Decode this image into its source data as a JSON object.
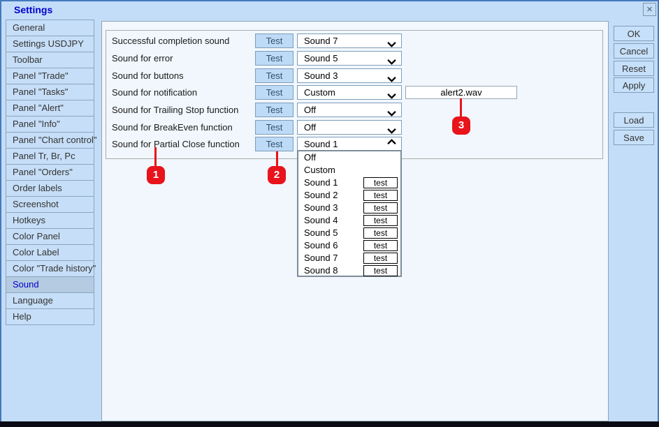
{
  "window": {
    "title": "Settings",
    "close_icon": "×"
  },
  "sidebar": {
    "items": [
      {
        "label": "General",
        "selected": false
      },
      {
        "label": "Settings USDJPY",
        "selected": false
      },
      {
        "label": "Toolbar",
        "selected": false
      },
      {
        "label": "Panel \"Trade\"",
        "selected": false
      },
      {
        "label": "Panel \"Tasks\"",
        "selected": false
      },
      {
        "label": "Panel \"Alert\"",
        "selected": false
      },
      {
        "label": "Panel \"Info\"",
        "selected": false
      },
      {
        "label": "Panel \"Chart control\"",
        "selected": false
      },
      {
        "label": "Panel Tr, Br, Pc",
        "selected": false
      },
      {
        "label": "Panel \"Orders\"",
        "selected": false
      },
      {
        "label": "Order labels",
        "selected": false
      },
      {
        "label": "Screenshot",
        "selected": false
      },
      {
        "label": "Hotkeys",
        "selected": false
      },
      {
        "label": "Color Panel",
        "selected": false
      },
      {
        "label": "Color Label",
        "selected": false
      },
      {
        "label": "Color \"Trade history\"",
        "selected": false
      },
      {
        "label": "Sound",
        "selected": true
      },
      {
        "label": "Language",
        "selected": false
      },
      {
        "label": "Help",
        "selected": false
      }
    ]
  },
  "sound": {
    "rows": [
      {
        "label": "Successful completion sound",
        "test_label": "Test",
        "value": "Sound 7",
        "expanded": false
      },
      {
        "label": "Sound for error",
        "test_label": "Test",
        "value": "Sound 5",
        "expanded": false
      },
      {
        "label": "Sound for buttons",
        "test_label": "Test",
        "value": "Sound 3",
        "expanded": false
      },
      {
        "label": "Sound for notification",
        "test_label": "Test",
        "value": "Custom",
        "custom_file": "alert2.wav",
        "expanded": false
      },
      {
        "label": "Sound for Trailing Stop function",
        "test_label": "Test",
        "value": "Off",
        "expanded": false
      },
      {
        "label": "Sound for BreakEven function",
        "test_label": "Test",
        "value": "Off",
        "expanded": false
      },
      {
        "label": "Sound for Partial Close function",
        "test_label": "Test",
        "value": "Sound 1",
        "expanded": true
      }
    ]
  },
  "dropdown": {
    "items": [
      {
        "label": "Off"
      },
      {
        "label": "Custom"
      },
      {
        "label": "Sound 1",
        "test_label": "test"
      },
      {
        "label": "Sound 2",
        "test_label": "test"
      },
      {
        "label": "Sound 3",
        "test_label": "test"
      },
      {
        "label": "Sound 4",
        "test_label": "test"
      },
      {
        "label": "Sound 5",
        "test_label": "test"
      },
      {
        "label": "Sound 6",
        "test_label": "test"
      },
      {
        "label": "Sound 7",
        "test_label": "test"
      },
      {
        "label": "Sound 8",
        "test_label": "test"
      }
    ]
  },
  "actions": {
    "ok": "OK",
    "cancel": "Cancel",
    "reset": "Reset",
    "apply": "Apply",
    "load": "Load",
    "save": "Save"
  },
  "annotations": {
    "badge_1": "1",
    "badge_2": "2",
    "badge_3": "3"
  },
  "colors": {
    "accent_red": "#E8131B",
    "title_blue": "#0000CE",
    "dialog_bg": "#C3DDF8",
    "panel_bg": "#F1F7FD",
    "selected_item_bg": "#B5CBE1",
    "button_bg": "#BDDAF6"
  }
}
